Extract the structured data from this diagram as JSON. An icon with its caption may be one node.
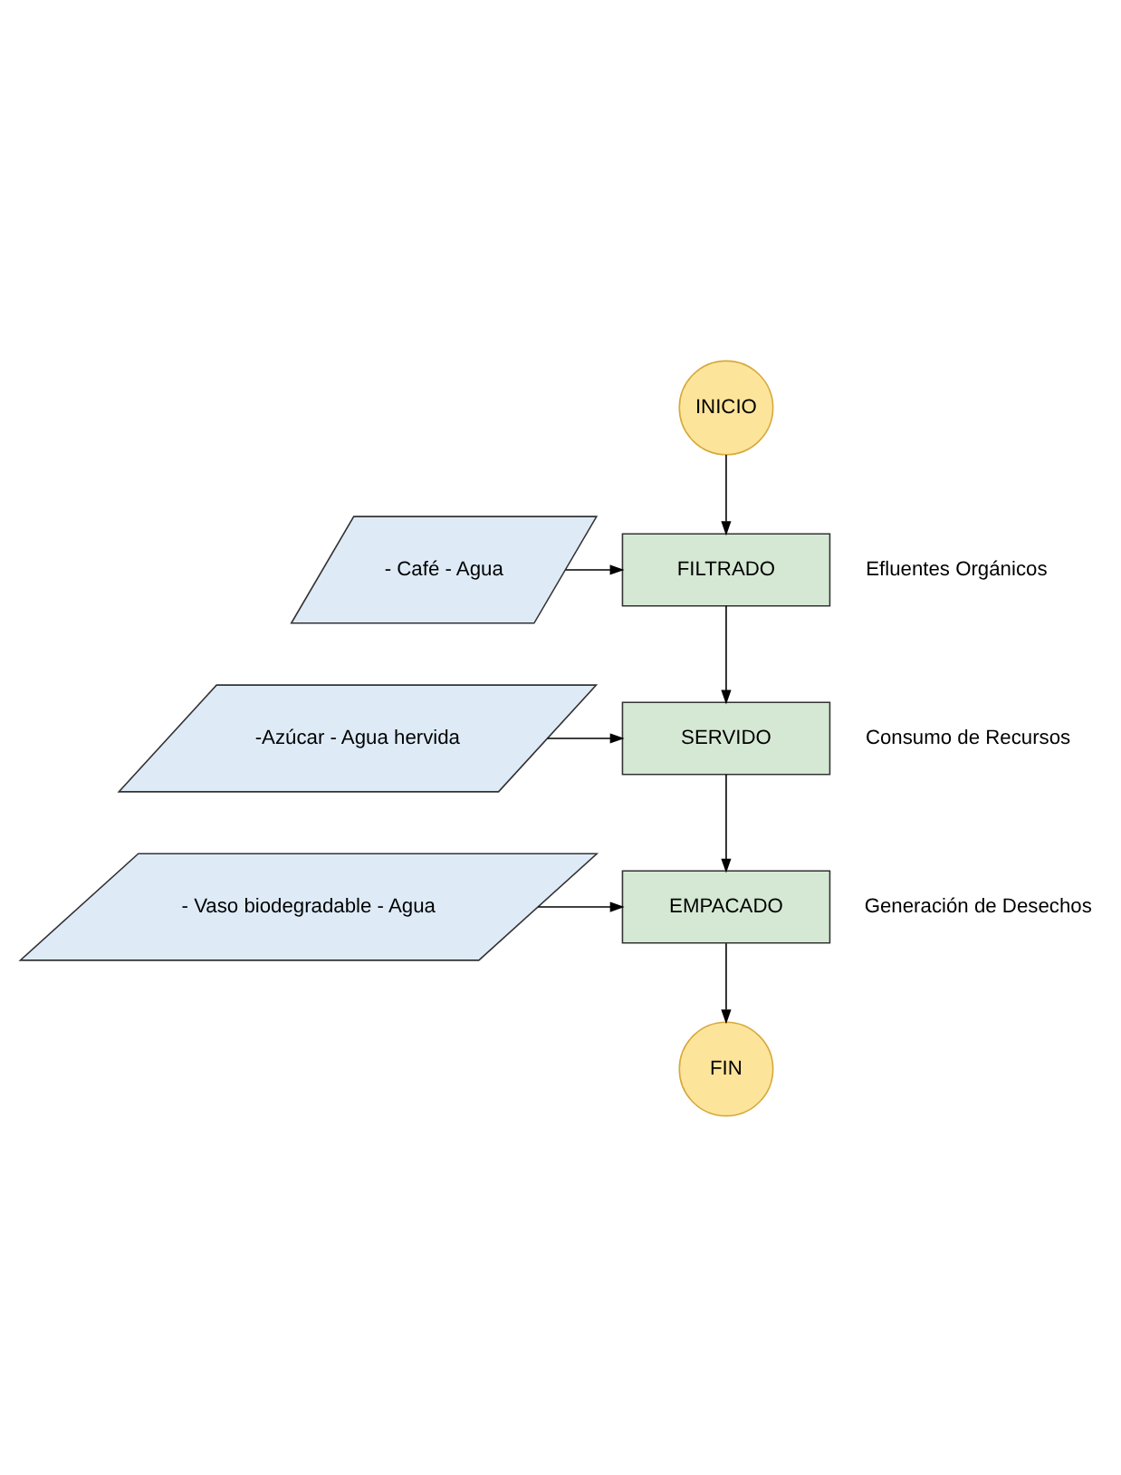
{
  "diagram": {
    "nodes": [
      {
        "text": [
          "INICIO"
        ]
      },
      {
        "text": [
          "- Café - Agua"
        ]
      },
      {
        "text": [
          "FILTRADO"
        ],
        "beside": [
          "Efluentes Orgánicos"
        ]
      },
      {
        "text": [
          "-Azúcar - Agua hervida"
        ]
      },
      {
        "text": [
          "SERVIDO"
        ],
        "beside": [
          "Consumo de Recursos"
        ]
      },
      {
        "text": [
          "- Vaso biodegradable - Agua"
        ]
      },
      {
        "text": [
          "EMPACADO"
        ],
        "beside": [
          "Generación de Desechos"
        ]
      },
      {
        "text": [
          "FIN"
        ]
      }
    ],
    "edges": [
      {
        "from": 0,
        "to": 2,
        "arrow": "to"
      },
      {
        "from": 1,
        "to": 2,
        "arrow": "to"
      },
      {
        "from": 2,
        "to": 4,
        "arrow": "to"
      },
      {
        "from": 3,
        "to": 4,
        "arrow": "to"
      },
      {
        "from": 4,
        "to": 6,
        "arrow": "to"
      },
      {
        "from": 5,
        "to": 6,
        "arrow": "to"
      },
      {
        "from": 6,
        "to": 7,
        "arrow": "to"
      }
    ]
  }
}
